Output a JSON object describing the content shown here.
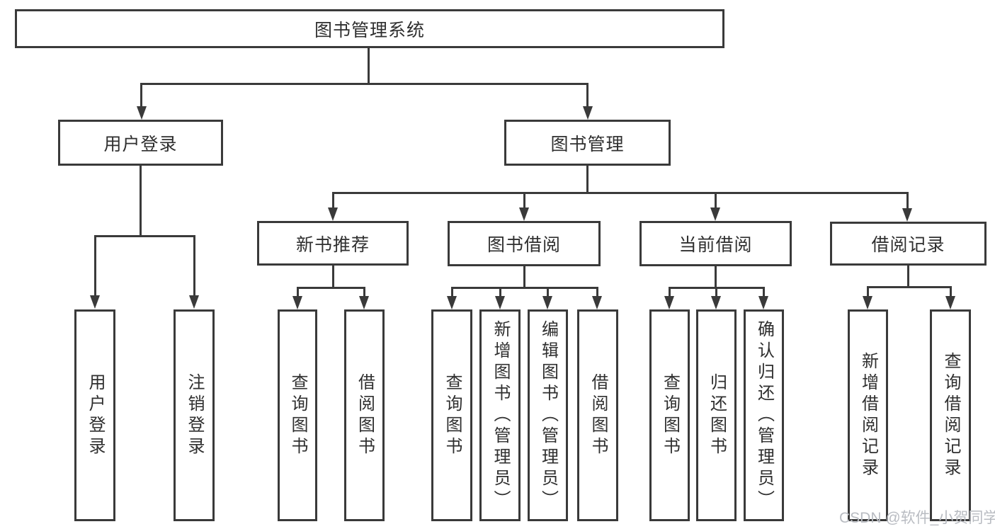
{
  "diagram": {
    "root": {
      "label": "图书管理系统"
    },
    "level2": {
      "user_login": {
        "label": "用户登录"
      },
      "book_management": {
        "label": "图书管理"
      }
    },
    "level3": {
      "new_book_recommend": {
        "label": "新书推荐"
      },
      "book_borrowing": {
        "label": "图书借阅"
      },
      "current_borrowing": {
        "label": "当前借阅"
      },
      "borrowing_records": {
        "label": "借阅记录"
      }
    },
    "leaves": {
      "user_login": {
        "login": {
          "label": "用户登录"
        },
        "logout": {
          "label": "注销登录"
        }
      },
      "new_book_recommend": {
        "query": {
          "label": "查询图书"
        },
        "borrow": {
          "label": "借阅图书"
        }
      },
      "book_borrowing": {
        "query": {
          "label": "查询图书"
        },
        "add": {
          "label": "新增图书（管理员）"
        },
        "edit": {
          "label": "编辑图书（管理员）"
        },
        "borrow": {
          "label": "借阅图书"
        }
      },
      "current_borrowing": {
        "query": {
          "label": "查询图书"
        },
        "return": {
          "label": "归还图书"
        },
        "confirm_return": {
          "label": "确认归还（管理员）"
        }
      },
      "borrowing_records": {
        "add": {
          "label": "新增借阅记录"
        },
        "query": {
          "label": "查询借阅记录"
        }
      }
    },
    "watermark": {
      "text": "CSDN @软件_小贺同学"
    }
  },
  "colors": {
    "line": "#3a3a3a",
    "text": "#2f2f2f",
    "background": "#ffffff",
    "watermark": "#b9bcc2"
  }
}
